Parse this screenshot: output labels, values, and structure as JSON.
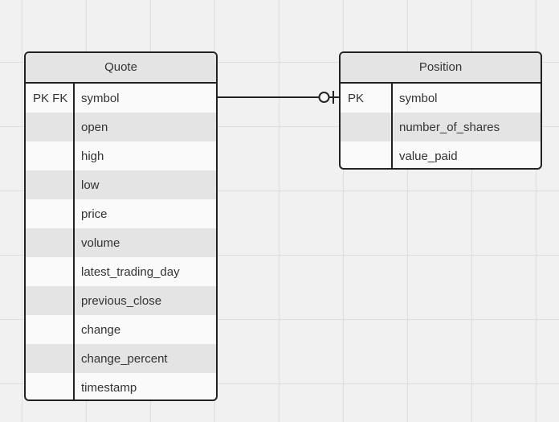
{
  "entities": {
    "quote": {
      "title": "Quote",
      "rows": [
        {
          "key": "PK FK",
          "field": "symbol"
        },
        {
          "key": "",
          "field": "open"
        },
        {
          "key": "",
          "field": "high"
        },
        {
          "key": "",
          "field": "low"
        },
        {
          "key": "",
          "field": "price"
        },
        {
          "key": "",
          "field": "volume"
        },
        {
          "key": "",
          "field": "latest_trading_day"
        },
        {
          "key": "",
          "field": "previous_close"
        },
        {
          "key": "",
          "field": "change"
        },
        {
          "key": "",
          "field": "change_percent"
        },
        {
          "key": "",
          "field": "timestamp"
        }
      ]
    },
    "position": {
      "title": "Position",
      "rows": [
        {
          "key": "PK",
          "field": "symbol"
        },
        {
          "key": "",
          "field": "number_of_shares"
        },
        {
          "key": "",
          "field": "value_paid"
        }
      ]
    }
  },
  "relationship": {
    "from": "quote.symbol",
    "to": "position.symbol",
    "from_end": "none",
    "to_end": "zero-or-one",
    "line_color": "#222222"
  },
  "colors": {
    "canvas": "#f1f1f1",
    "grid": "#dedede",
    "header_bg": "#e4e4e4",
    "row_alt_bg": "#e4e4e4",
    "border": "#222222",
    "text": "#333333"
  }
}
